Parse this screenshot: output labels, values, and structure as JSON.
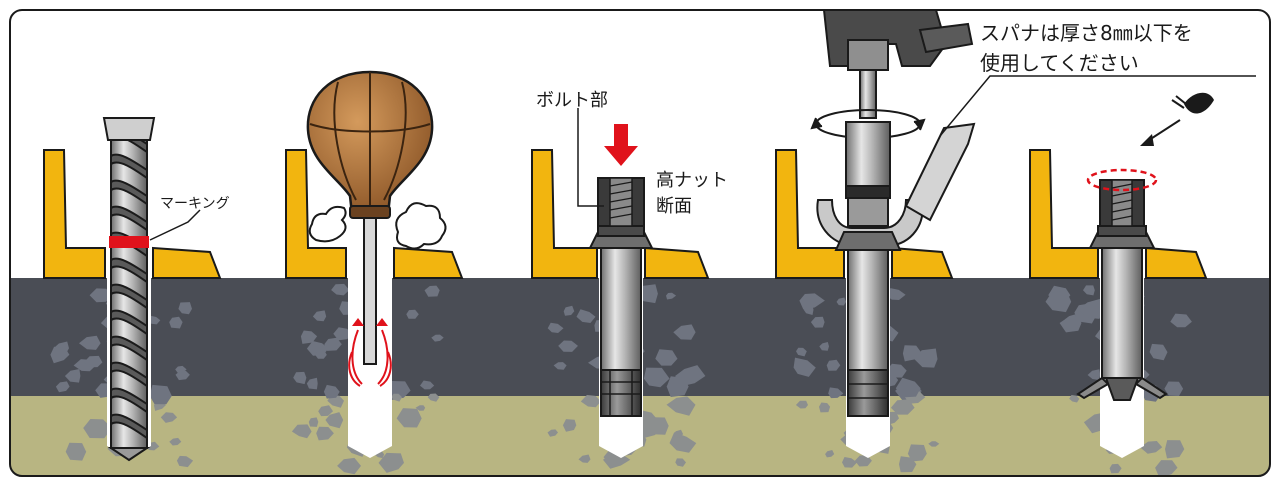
{
  "labels": {
    "marking": "マーキング",
    "bolt_part": "ボルト部",
    "high_nut_line1": "高ナット",
    "high_nut_line2": "断面",
    "wrench_note_line1": "スパナは厚さ8㎜以下を",
    "wrench_note_line2": "使用してください"
  },
  "steps": [
    {
      "id": "drill"
    },
    {
      "id": "blower"
    },
    {
      "id": "insert"
    },
    {
      "id": "tighten"
    },
    {
      "id": "inspect"
    }
  ],
  "colors": {
    "concrete": "#4a4d55",
    "soil": "#b8b582",
    "bracket": "#f2b50f",
    "marking": "#e0121b",
    "arrow_red": "#e0121b",
    "blower_bulb": "#a86c35",
    "steel": "#a9a9a9",
    "outline": "#1a1a1a"
  }
}
